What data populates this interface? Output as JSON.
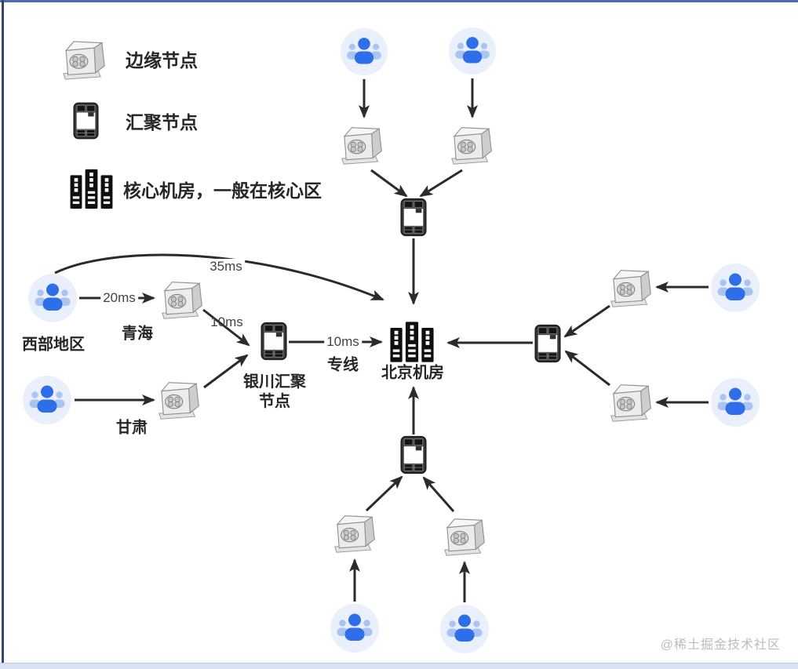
{
  "legend": {
    "items": [
      {
        "label": "边缘节点"
      },
      {
        "label": "汇聚节点"
      },
      {
        "label": "核心机房，一般在核心区"
      }
    ]
  },
  "nodes": {
    "west_region": "西部地区",
    "qinghai": "青海",
    "gansu": "甘肃",
    "yinchuan_line1": "银川汇聚",
    "yinchuan_line2": "节点",
    "beijing": "北京机房"
  },
  "links": {
    "west_to_qinghai": "20ms",
    "qinghai_to_yinchuan": "10ms",
    "west_to_beijing": "35ms",
    "yinchuan_to_beijing": "10ms",
    "yinchuan_to_beijing_type": "专线"
  },
  "watermark": "@稀土掘金技术社区",
  "colors": {
    "arrow": "#2b2b2b",
    "user_icon_primary": "#2e6ee8",
    "user_icon_bg": "#e9f0fc",
    "top_border": "#4a6cb3"
  }
}
